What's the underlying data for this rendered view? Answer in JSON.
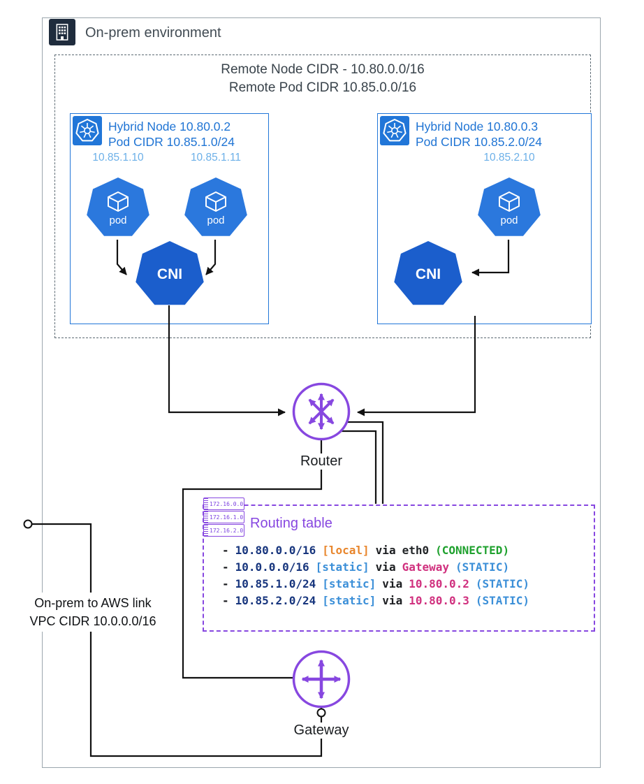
{
  "header": {
    "title": "On-prem environment"
  },
  "cidr_header": {
    "line1": "Remote Node CIDR - 10.80.0.0/16",
    "line2": "Remote Pod CIDR 10.85.0.0/16"
  },
  "nodes": [
    {
      "title_line1": "Hybrid Node 10.80.0.2",
      "title_line2": "Pod CIDR 10.85.1.0/24",
      "pods": [
        {
          "ip": "10.85.1.10",
          "label": "pod"
        },
        {
          "ip": "10.85.1.11",
          "label": "pod"
        }
      ],
      "cni_label": "CNI"
    },
    {
      "title_line1": "Hybrid Node 10.80.0.3",
      "title_line2": "Pod CIDR 10.85.2.0/24",
      "pods": [
        {
          "ip": "10.85.2.10",
          "label": "pod"
        }
      ],
      "cni_label": "CNI"
    }
  ],
  "router": {
    "label": "Router"
  },
  "gateway": {
    "label": "Gateway"
  },
  "routing_table": {
    "title": "Routing table",
    "subnet_badges": [
      "172.16.0.0",
      "172.16.1.0",
      "172.16.2.0"
    ],
    "routes": [
      {
        "dash": "-",
        "prefix": "10.80.0.0/16",
        "type": "[local]",
        "via": "via",
        "target": "eth0",
        "status": "(CONNECTED)",
        "type_color": "#e8862d",
        "target_color": "#232629",
        "status_color": "#1fa12e"
      },
      {
        "dash": "-",
        "prefix": "10.0.0.0/16",
        "type": "[static]",
        "via": "via",
        "target": "Gateway",
        "status": "(STATIC)",
        "type_color": "#3b8fd8",
        "target_color": "#d0307e",
        "status_color": "#3b8fd8"
      },
      {
        "dash": "-",
        "prefix": "10.85.1.0/24",
        "type": "[static]",
        "via": "via",
        "target": "10.80.0.2",
        "status": "(STATIC)",
        "type_color": "#3b8fd8",
        "target_color": "#d0307e",
        "status_color": "#3b8fd8"
      },
      {
        "dash": "-",
        "prefix": "10.85.2.0/24",
        "type": "[static]",
        "via": "via",
        "target": "10.80.0.3",
        "status": "(STATIC)",
        "type_color": "#3b8fd8",
        "target_color": "#d0307e",
        "status_color": "#3b8fd8"
      }
    ]
  },
  "link_label": {
    "line1": "On-prem to AWS link",
    "line2": "VPC CIDR 10.0.0.0/16"
  },
  "colors": {
    "node_blue": "#2176d8",
    "ip_blue": "#6cb0e8",
    "pod_fill": "#2b78dd",
    "cni_fill": "#1b5ecc",
    "purple": "#8747e0",
    "prefix_navy": "#17357d",
    "outer_border": "#9ba6ad"
  }
}
